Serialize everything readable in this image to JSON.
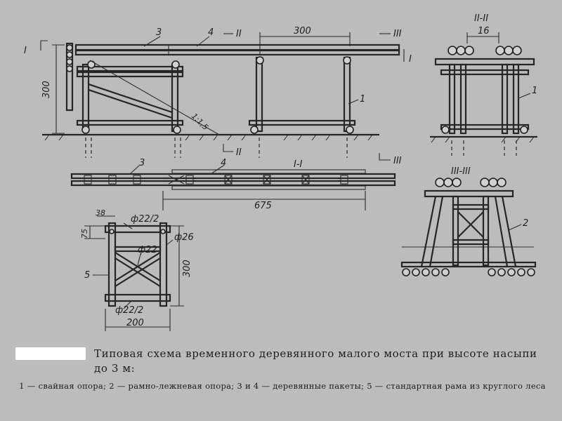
{
  "labels": {
    "section_1_left": "I",
    "section_1_right": "I",
    "section_2_top": "II",
    "section_2_bottom": "II",
    "section_3_top": "III",
    "section_3_bottom": "III",
    "section_2_title": "II-II",
    "section_3_title": "III-III",
    "plan_title": "I-I",
    "part_1": "1",
    "part_1b": "1",
    "part_2": "2",
    "part_3": "3",
    "part_3b": "3",
    "part_4": "4",
    "part_4b": "4",
    "part_5": "5",
    "slope": "1:1,5"
  },
  "dimensions": {
    "span_300": "300",
    "height_300": "300",
    "gap_16": "16",
    "length_675": "675",
    "frame_38": "38",
    "frame_75": "75",
    "frame_height_300": "300",
    "frame_width_200": "200",
    "dia_top": "ф22/2",
    "dia_bottom": "ф22/2",
    "dia_cross": "ф22",
    "dia_post": "ф26"
  },
  "caption": {
    "title": "Типовая схема временного деревянного малого моста при высоте насыпи до 3 м:",
    "legend": "1 — свайная опора; 2 — рамно-лежневая опора; 3 и 4 — деревянные пакеты; 5 — стандартная рама из круглого леса"
  },
  "colors": {
    "background": "#bcbcbc",
    "ink": "#1e1e1e",
    "mask": "#ffffff"
  }
}
